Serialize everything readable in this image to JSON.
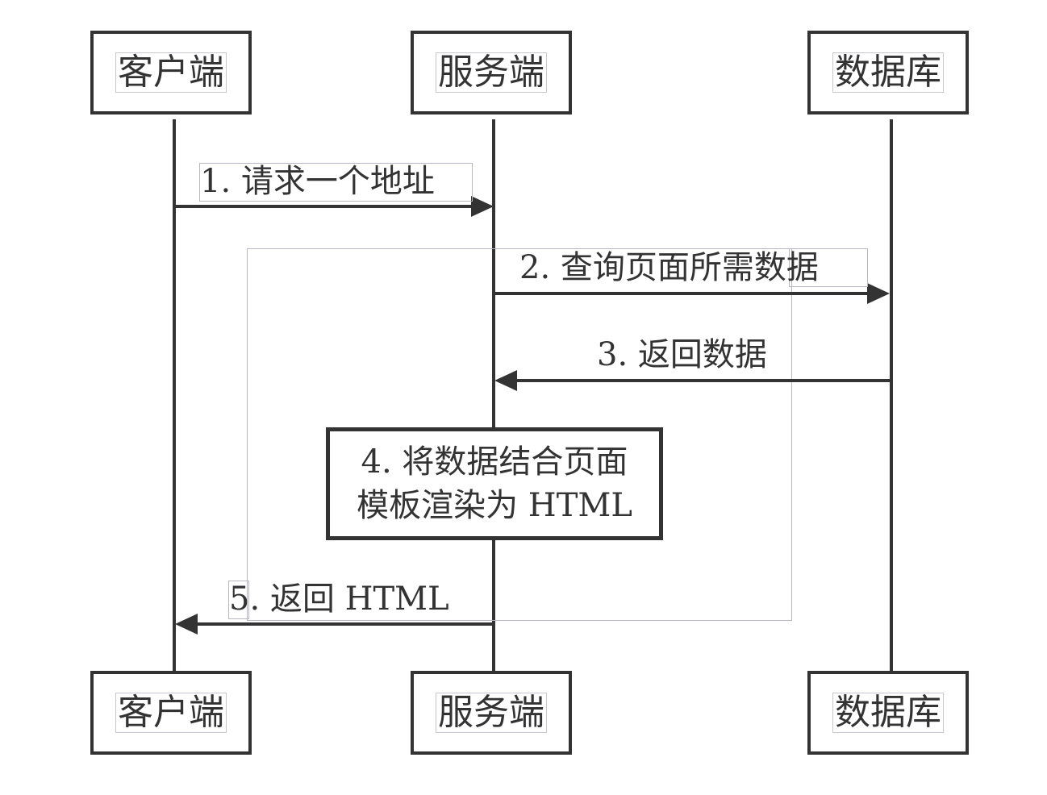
{
  "participants": {
    "client": "客户端",
    "server": "服务端",
    "database": "数据库"
  },
  "messages": {
    "m1": "1. 请求一个地址",
    "m2": "2. 查询页面所需数据",
    "m3": "3. 返回数据",
    "m5": "5. 返回 HTML"
  },
  "note": {
    "line1": "4. 将数据结合页面",
    "line2": "模板渲染为 HTML"
  },
  "colors": {
    "stroke": "#333333",
    "guide": "#b8b8c4",
    "background": "#ffffff"
  }
}
